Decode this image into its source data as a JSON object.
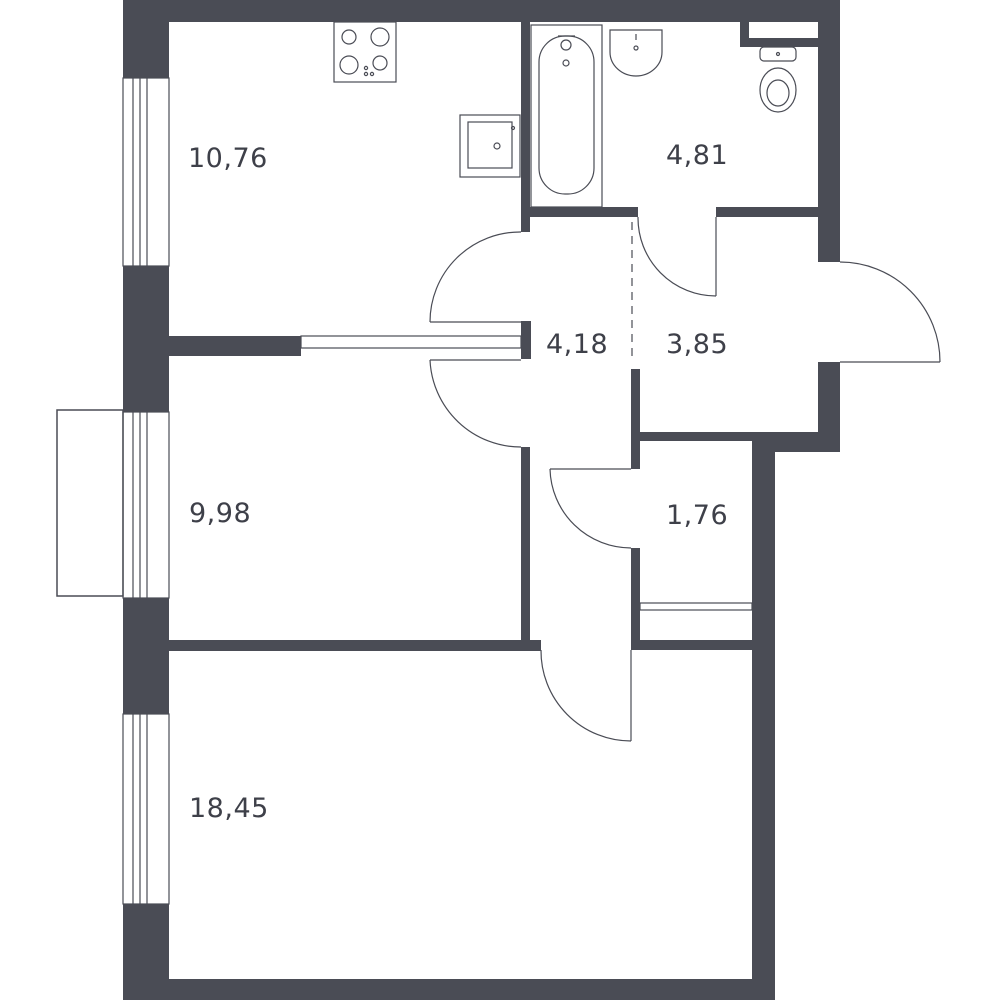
{
  "colors": {
    "wall": "#4a4c55",
    "background": "#ffffff",
    "label": "#3e4049"
  },
  "rooms": [
    {
      "key": "kitchen",
      "area": "10,76"
    },
    {
      "key": "bathroom",
      "area": "4,81"
    },
    {
      "key": "corridor",
      "area": "4,18"
    },
    {
      "key": "hall",
      "area": "3,85"
    },
    {
      "key": "bedroom",
      "area": "9,98"
    },
    {
      "key": "storage",
      "area": "1,76"
    },
    {
      "key": "living_room",
      "area": "18,45"
    }
  ],
  "fixtures": [
    {
      "icon": "stove-icon"
    },
    {
      "icon": "kitchen-sink-icon"
    },
    {
      "icon": "bathtub-icon"
    },
    {
      "icon": "washbasin-icon"
    },
    {
      "icon": "toilet-icon"
    }
  ]
}
